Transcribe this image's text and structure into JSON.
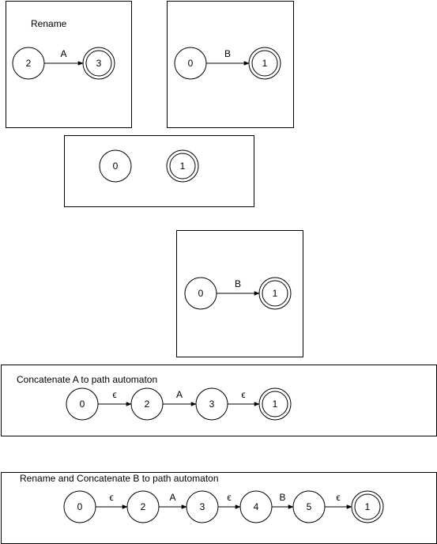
{
  "panels": [
    {
      "id": "rename-a",
      "title": "Rename",
      "nodes": [
        {
          "label": "2",
          "accept": false
        },
        {
          "label": "3",
          "accept": true
        }
      ],
      "edges": [
        {
          "from": 0,
          "to": 1,
          "label": "A"
        }
      ]
    },
    {
      "id": "automaton-b",
      "title": "",
      "nodes": [
        {
          "label": "0",
          "accept": false
        },
        {
          "label": "1",
          "accept": true
        }
      ],
      "edges": [
        {
          "from": 0,
          "to": 1,
          "label": "B"
        }
      ]
    },
    {
      "id": "path-initial",
      "title": "",
      "nodes": [
        {
          "label": "0",
          "accept": false
        },
        {
          "label": "1",
          "accept": true
        }
      ],
      "edges": []
    },
    {
      "id": "automaton-b-copy",
      "title": "",
      "nodes": [
        {
          "label": "0",
          "accept": false
        },
        {
          "label": "1",
          "accept": true
        }
      ],
      "edges": [
        {
          "from": 0,
          "to": 1,
          "label": "B"
        }
      ]
    },
    {
      "id": "concat-a",
      "title": "Concatenate A to path automaton",
      "nodes": [
        {
          "label": "0",
          "accept": false
        },
        {
          "label": "2",
          "accept": false
        },
        {
          "label": "3",
          "accept": false
        },
        {
          "label": "1",
          "accept": true
        }
      ],
      "edges": [
        {
          "from": 0,
          "to": 1,
          "label": "ϵ"
        },
        {
          "from": 1,
          "to": 2,
          "label": "A"
        },
        {
          "from": 2,
          "to": 3,
          "label": "ϵ"
        }
      ]
    },
    {
      "id": "concat-b",
      "title": "Rename and Concatenate B to path automaton",
      "nodes": [
        {
          "label": "0",
          "accept": false
        },
        {
          "label": "2",
          "accept": false
        },
        {
          "label": "3",
          "accept": false
        },
        {
          "label": "4",
          "accept": false
        },
        {
          "label": "5",
          "accept": false
        },
        {
          "label": "1",
          "accept": true
        }
      ],
      "edges": [
        {
          "from": 0,
          "to": 1,
          "label": "ϵ"
        },
        {
          "from": 1,
          "to": 2,
          "label": "A"
        },
        {
          "from": 2,
          "to": 3,
          "label": "ϵ"
        },
        {
          "from": 3,
          "to": 4,
          "label": "B"
        },
        {
          "from": 4,
          "to": 5,
          "label": "ϵ"
        }
      ]
    }
  ]
}
